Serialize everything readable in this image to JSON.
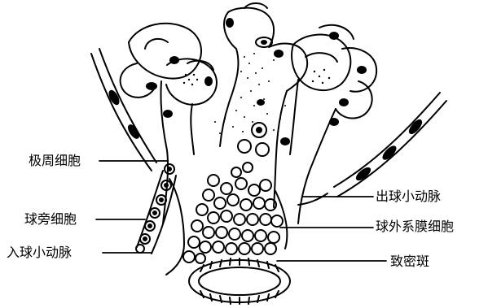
{
  "labels": {
    "juxta_polar_cell": "极周细胞",
    "juxtaglomerular_cell": "球旁细胞",
    "afferent_arteriole": "入球小动脉",
    "efferent_arteriole": "出球小动脉",
    "extraglomerular_mesangial_cell": "球外系膜细胞",
    "macula_densa": "致密斑"
  },
  "colors": {
    "ink": "#000000",
    "paper": "#ffffff"
  }
}
